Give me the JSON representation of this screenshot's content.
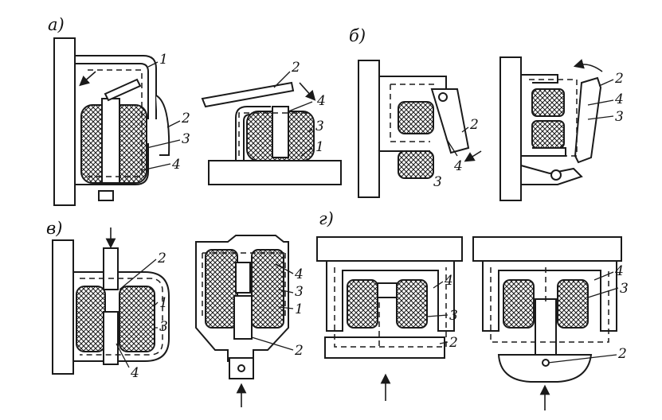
{
  "figure": {
    "sections": [
      {
        "id": "a",
        "label": "а)"
      },
      {
        "id": "b",
        "label": "б)"
      },
      {
        "id": "v",
        "label": "в)"
      },
      {
        "id": "g",
        "label": "г)"
      }
    ],
    "parts": {
      "p1": "1",
      "p2": "2",
      "p3": "3",
      "p4": "4"
    }
  },
  "colors": {
    "ink": "#1a1a1a",
    "coil_hatch": "#1a1a1a",
    "background": "#ffffff"
  }
}
